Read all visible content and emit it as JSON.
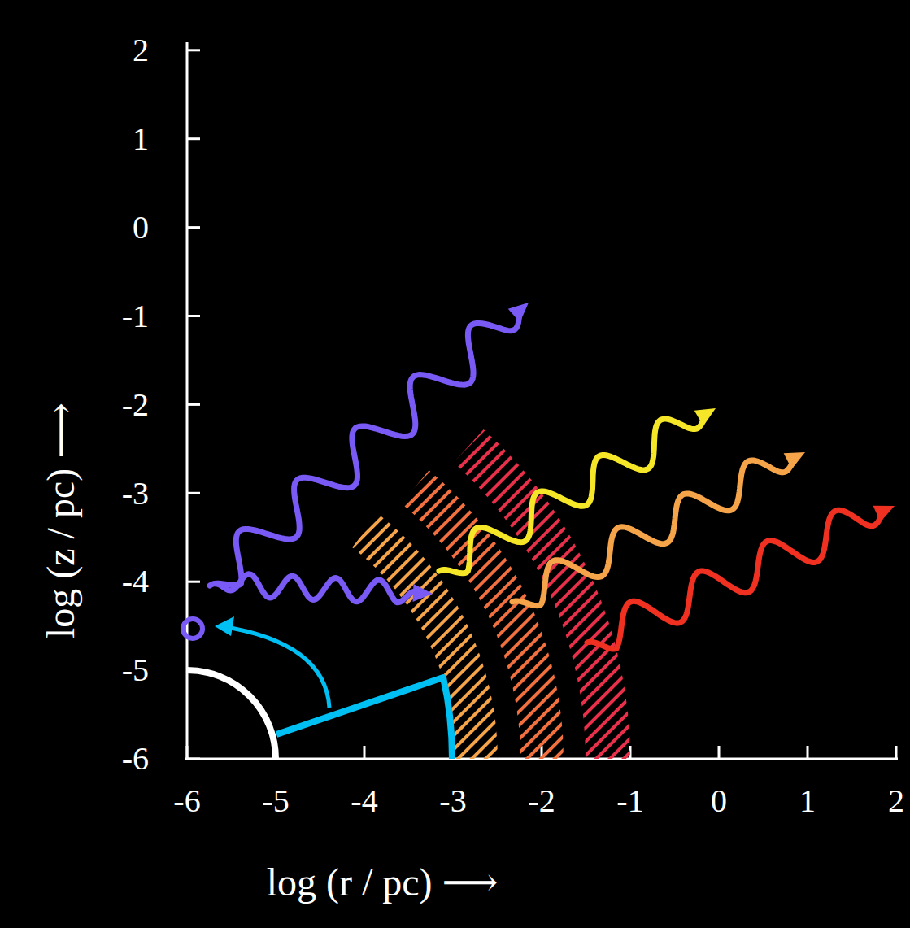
{
  "diagram": {
    "labels": [
      "2",
      "1",
      "0",
      "-1",
      "-2",
      "-3",
      "-4",
      "-5",
      "-6",
      "-6",
      "-5",
      "-4",
      "-3",
      "-2",
      "-1",
      "0",
      "1",
      "2",
      "log (z / pc) ⟶",
      "log (r / pc) ⟶"
    ]
  }
}
